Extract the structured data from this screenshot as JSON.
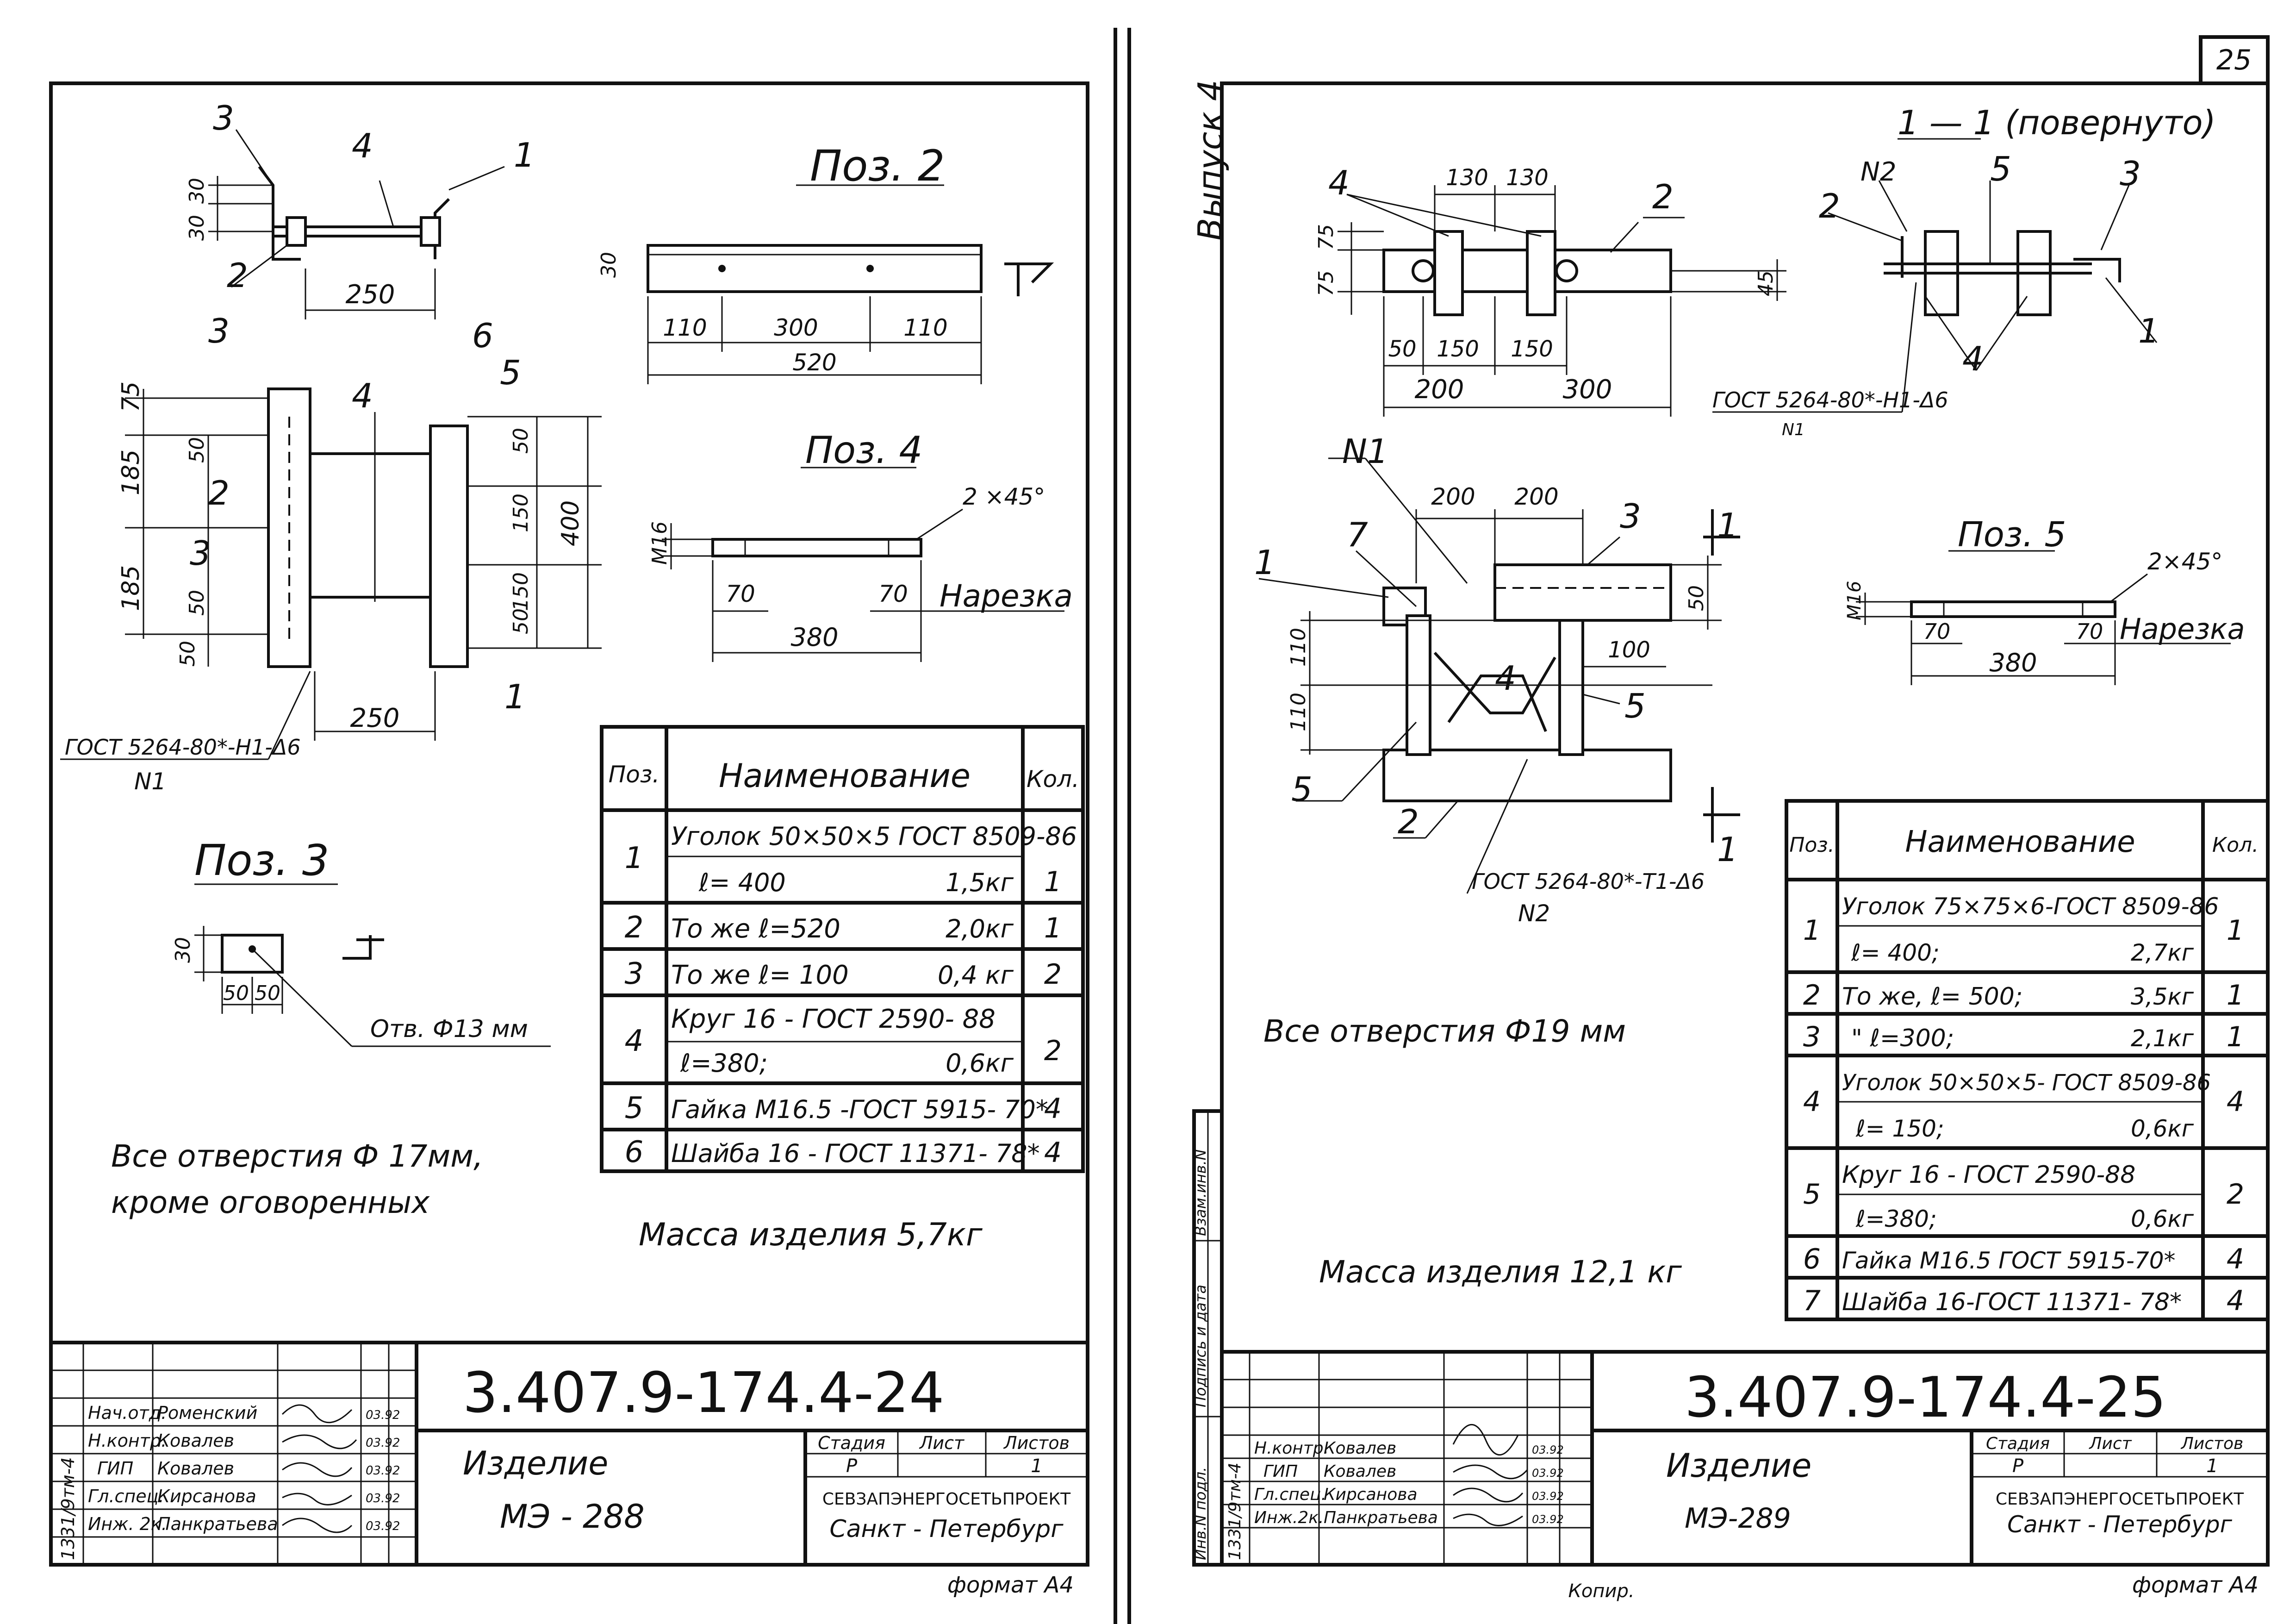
{
  "page_number": "25",
  "side_label": "Выпуск 4",
  "format_label_left": "формат А4",
  "format_label_right": "формат А4",
  "copy_label": "Копир.",
  "left": {
    "callouts": [
      "1",
      "2",
      "3",
      "4",
      "5",
      "6",
      "3",
      "3",
      "2",
      "4",
      "1"
    ],
    "poz2": {
      "title": "Поз. 2",
      "dims": [
        "110",
        "300",
        "110",
        "520",
        "30"
      ]
    },
    "poz4": {
      "title": "Поз. 4",
      "chamfer": "2 ×45°",
      "thread": "М16",
      "dims": [
        "70",
        "70",
        "380"
      ],
      "note": "Нарезка"
    },
    "poz3": {
      "title": "Поз. 3",
      "dims": [
        "30",
        "50",
        "50"
      ],
      "hole": "Отв. Ф13 мм"
    },
    "dims_main": [
      "30",
      "30",
      "250",
      "75",
      "50",
      "185",
      "185",
      "50",
      "50",
      "50",
      "150",
      "150",
      "50",
      "400",
      "250"
    ],
    "weld_note": "ГОСТ 5264-80*-Н1-Δ6",
    "weld_node": "N1",
    "note_holes_1": "Все отверстия Ф 17мм,",
    "note_holes_2": "кроме оговоренных",
    "mass": "Масса изделия 5,7кг",
    "spec": {
      "headers": [
        "Поз.",
        "Наименование",
        "Кол."
      ],
      "rows": [
        {
          "pos": "1",
          "line1": "Уголок 50×50×5 ГОСТ 8509-86",
          "line2a": "ℓ= 400",
          "line2b": "1,5кг",
          "qty": "1"
        },
        {
          "pos": "2",
          "line1": "То же   ℓ=520",
          "line1b": "2,0кг",
          "qty": "1"
        },
        {
          "pos": "3",
          "line1": "То же   ℓ= 100",
          "line1b": "0,4 кг",
          "qty": "2"
        },
        {
          "pos": "4",
          "line1": "Круг 16 - ГОСТ 2590- 88",
          "line2a": "ℓ=380;",
          "line2b": "0,6кг",
          "qty": "2"
        },
        {
          "pos": "5",
          "line1": "Гайка М16.5 -ГОСТ 5915- 70*",
          "qty": "4"
        },
        {
          "pos": "6",
          "line1": "Шайба 16 - ГОСТ 11371- 78*",
          "qty": "4"
        }
      ]
    },
    "stamp": {
      "code": "3.407.9-174.4-24",
      "title1": "Изделие",
      "title2": "МЭ - 288",
      "stage_label": "Стадия",
      "sheet_label": "Лист",
      "sheets_label": "Листов",
      "stage": "Р",
      "sheets": "1",
      "org1": "СЕВЗАПЭНЕРГОСЕТЬПРОЕКТ",
      "org2": "Санкт - Петербург",
      "side_code": "1331/9тм-4",
      "people": [
        {
          "role": "Нач.отд.",
          "name": "Роменский",
          "date": "03.92"
        },
        {
          "role": "Н.контр.",
          "name": "Ковалев",
          "date": "03.92"
        },
        {
          "role": "ГИП",
          "name": "Ковалев",
          "date": "03.92"
        },
        {
          "role": "Гл.спец.",
          "name": "Кирсанова",
          "date": "03.92"
        },
        {
          "role": "Инж. 2к.",
          "name": "Панкратьева",
          "date": "03.92"
        }
      ]
    }
  },
  "right": {
    "section_title": "1 — 1 (повернуто)",
    "callouts": [
      "4",
      "2",
      "2",
      "N2",
      "5",
      "3",
      "1",
      "4",
      "N1",
      "1",
      "7",
      "3",
      "4",
      "5",
      "5",
      "2",
      "1",
      "1"
    ],
    "dims_top": [
      "130",
      "130",
      "75",
      "75",
      "45",
      "50",
      "150",
      "150",
      "200",
      "300"
    ],
    "dims_mid": [
      "200",
      "200",
      "50",
      "100",
      "110",
      "110"
    ],
    "weld_note_top": "ГОСТ 5264-80*-Н1-Δ6",
    "weld_node_top": "N1",
    "weld_note_bottom": "ГОСТ 5264-80*-Т1-Δ6",
    "weld_node_bottom": "N2",
    "poz5": {
      "title": "Поз. 5",
      "chamfer": "2×45°",
      "thread": "М16",
      "dims": [
        "70",
        "70",
        "380"
      ],
      "note": "Нарезка"
    },
    "note_holes": "Все отверстия    Ф19 мм",
    "mass": "Масса   изделия   12,1 кг",
    "spec": {
      "headers": [
        "Поз.",
        "Наименование",
        "Кол."
      ],
      "rows": [
        {
          "pos": "1",
          "line1": "Уголок 75×75×6-ГОСТ 8509-86",
          "line2a": "ℓ= 400;",
          "line2b": "2,7кг",
          "qty": "1"
        },
        {
          "pos": "2",
          "line1": "То же, ℓ= 500;",
          "line1b": "3,5кг",
          "qty": "1"
        },
        {
          "pos": "3",
          "line1": "\"      ℓ=300;",
          "line1b": "2,1кг",
          "qty": "1"
        },
        {
          "pos": "4",
          "line1": "Уголок 50×50×5- ГОСТ 8509-86",
          "line2a": "ℓ= 150;",
          "line2b": "0,6кг",
          "qty": "4"
        },
        {
          "pos": "5",
          "line1": "Круг 16 - ГОСТ 2590-88",
          "line2a": "ℓ=380;",
          "line2b": "0,6кг",
          "qty": "2"
        },
        {
          "pos": "6",
          "line1": "Гайка М16.5 ГОСТ 5915-70*",
          "qty": "4"
        },
        {
          "pos": "7",
          "line1": "Шайба 16-ГОСТ 11371- 78*",
          "qty": "4"
        }
      ]
    },
    "side_labels": [
      "Взам.инв.N",
      "Подпись и дата",
      "Инв.N подл."
    ],
    "stamp": {
      "code": "3.407.9-174.4-25",
      "title1": "Изделие",
      "title2": "МЭ-289",
      "stage_label": "Стадия",
      "sheet_label": "Лист",
      "sheets_label": "Листов",
      "stage": "Р",
      "sheets": "1",
      "org1": "СЕВЗАПЭНЕРГОСЕТЬПРОЕКТ",
      "org2": "Санкт - Петербург",
      "side_code": "1331/9тм-4",
      "people": [
        {
          "role": "Н.контр.",
          "name": "Ковалев",
          "date": "03.92"
        },
        {
          "role": "ГИП",
          "name": "Ковалев",
          "date": "03.92"
        },
        {
          "role": "Гл.спец.",
          "name": "Кирсанова",
          "date": "03.92"
        },
        {
          "role": "Инж.2к.",
          "name": "Панкратьева",
          "date": "03.92"
        }
      ]
    }
  }
}
